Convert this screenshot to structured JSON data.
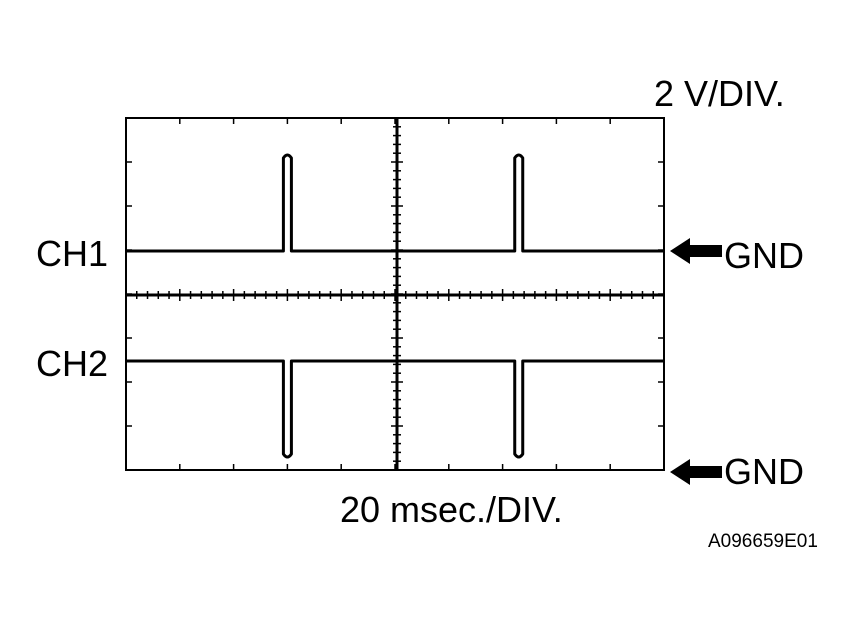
{
  "labels": {
    "volt_div": "2 V/DIV.",
    "time_div": "20 msec./DIV.",
    "ch1": "CH1",
    "ch2": "CH2",
    "gnd1": "GND",
    "gnd2": "GND",
    "figure_id": "A096659E01"
  },
  "scope": {
    "h_divisions": 10,
    "v_divisions": 8,
    "channels": [
      {
        "name": "CH1",
        "direction": "positive-pulse",
        "pulse_time_divs": [
          3.0,
          7.3
        ]
      },
      {
        "name": "CH2",
        "direction": "negative-pulse",
        "pulse_time_divs": [
          3.0,
          7.3
        ]
      }
    ]
  }
}
